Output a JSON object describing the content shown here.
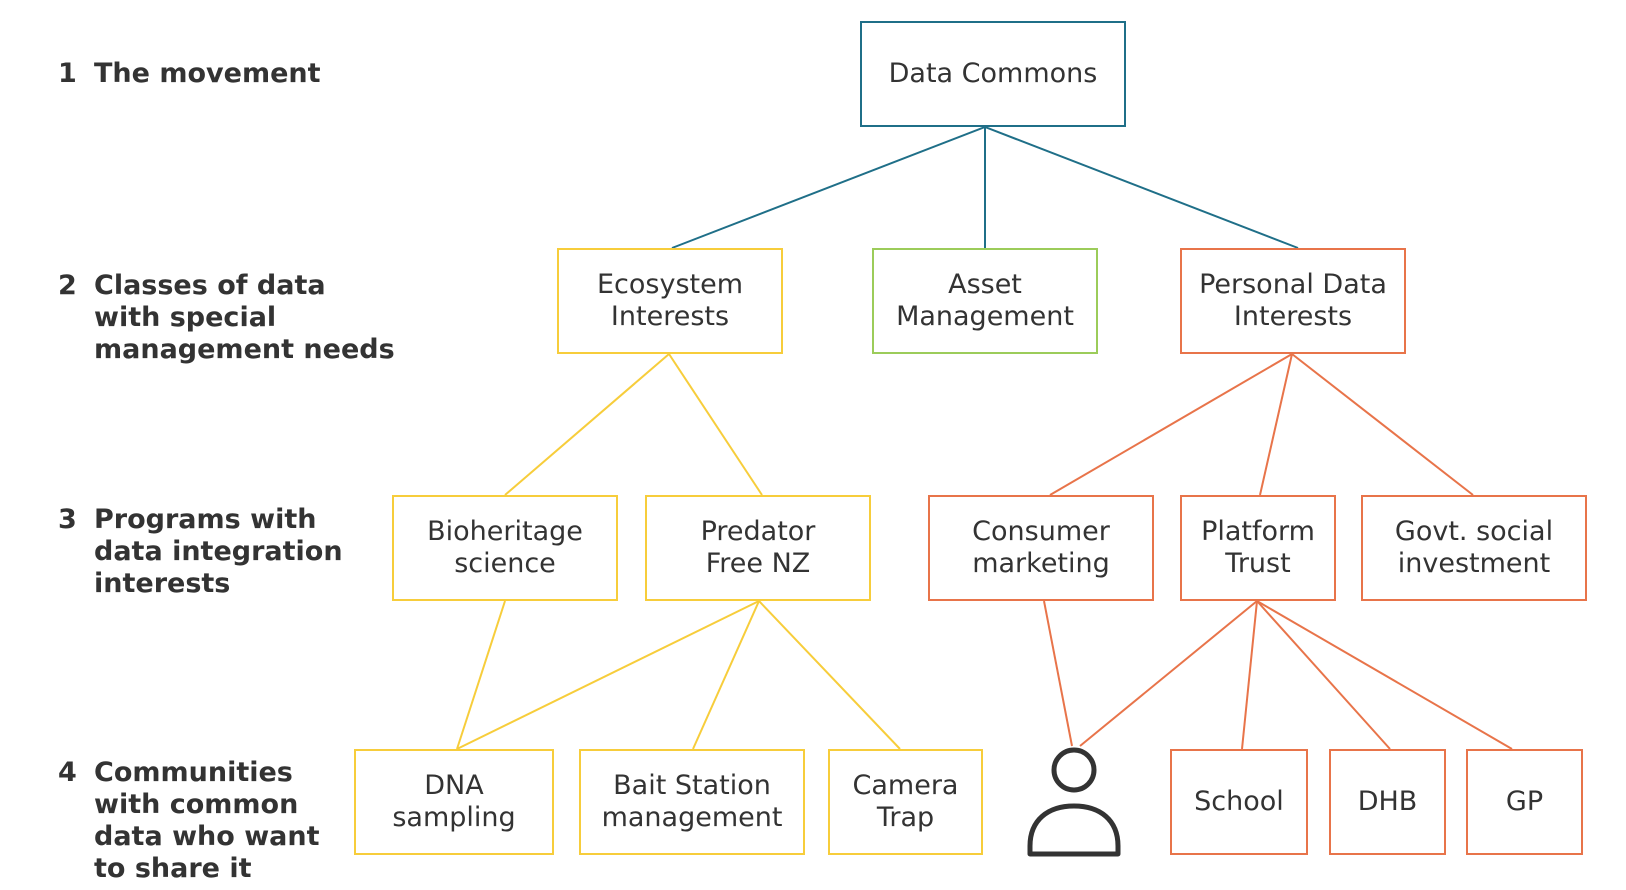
{
  "levels": [
    {
      "num": "1",
      "text": "The movement"
    },
    {
      "num": "2",
      "text": "Classes of data\nwith special\nmanagement needs"
    },
    {
      "num": "3",
      "text": "Programs with\ndata integration\ninterests"
    },
    {
      "num": "4",
      "text": "Communities\nwith common\ndata who want\nto share it"
    }
  ],
  "nodes": {
    "data_commons": "Data Commons",
    "ecosystem": "Ecosystem\nInterests",
    "asset": "Asset\nManagement",
    "personal": "Personal Data\nInterests",
    "bioheritage": "Bioheritage\nscience",
    "predator": "Predator\nFree NZ",
    "consumer": "Consumer\nmarketing",
    "platform": "Platform\nTrust",
    "govt": "Govt. social\ninvestment",
    "dna": "DNA\nsampling",
    "bait": "Bait Station\nmanagement",
    "camera": "Camera\nTrap",
    "school": "School",
    "dhb": "DHB",
    "gp": "GP"
  },
  "person_icon": "person-icon",
  "colors": {
    "teal": "#1f6f88",
    "yellow": "#f7cd3b",
    "green": "#9ccc5a",
    "orange": "#e8744a",
    "text": "#333333",
    "icon": "#333333"
  }
}
